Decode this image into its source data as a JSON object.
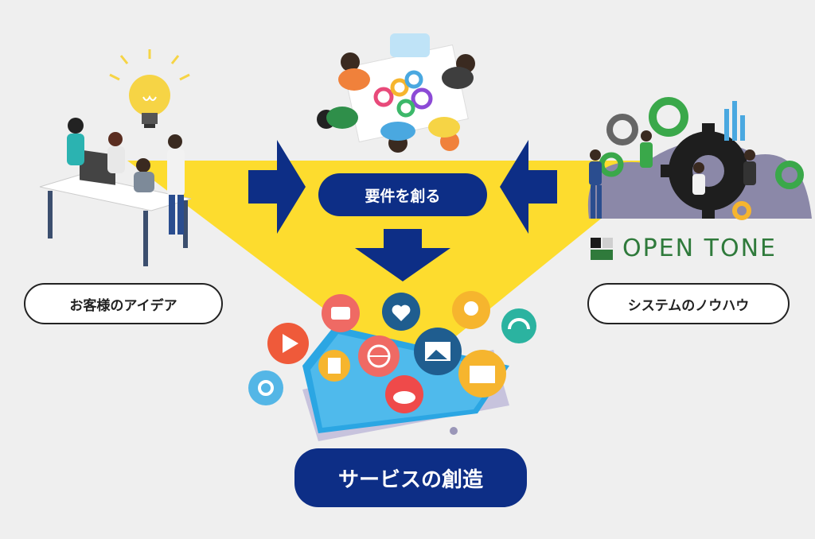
{
  "nodes": {
    "customer_idea": "お客様のアイデア",
    "create_requirements": "要件を創る",
    "system_knowhow": "システムのノウハウ",
    "service_creation": "サービスの創造"
  },
  "logo": {
    "text": "OPEN TONE"
  },
  "colors": {
    "background": "#efefef",
    "funnel": "#fddc2e",
    "navy": "#0d2e86",
    "arrow": "#0d2e86",
    "logo_green": "#2f7a3b"
  }
}
